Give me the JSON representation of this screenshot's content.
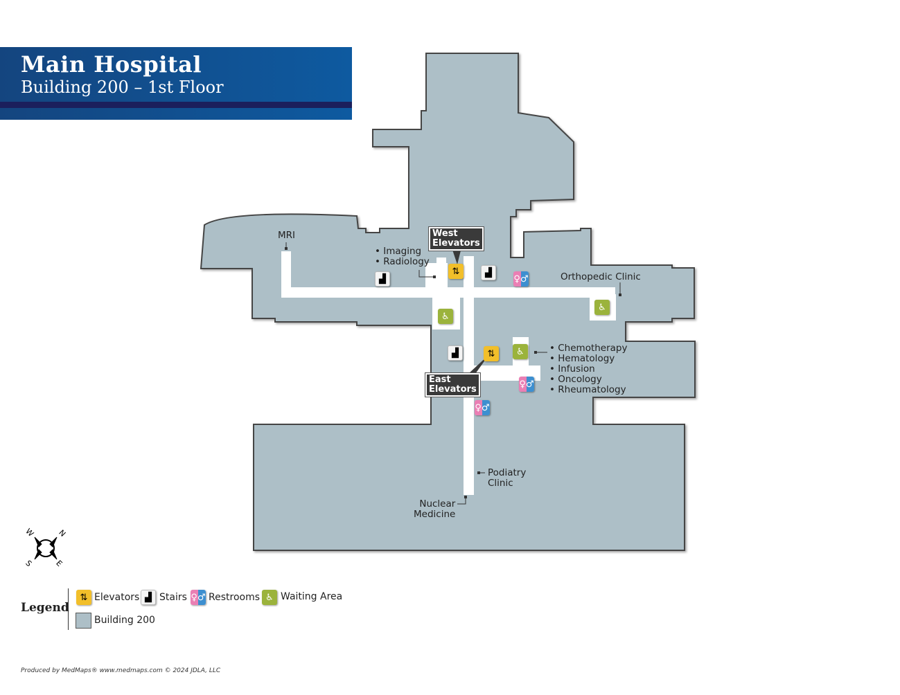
{
  "header": {
    "title": "Main Hospital",
    "subtitle": "Building 200 – 1st Floor"
  },
  "callouts": {
    "west": [
      "West",
      "Elevators"
    ],
    "east": [
      "East",
      "Elevators"
    ]
  },
  "labels": {
    "mri": "MRI",
    "imaging": "• Imaging",
    "radiology": "• Radiology",
    "orthopedic": "Orthopedic Clinic",
    "oncology_group": [
      "• Chemotherapy",
      "• Hematology",
      "• Infusion",
      "• Oncology",
      "• Rheumatology"
    ],
    "podiatry": [
      "Podiatry",
      "Clinic"
    ],
    "nuclear": [
      "Nuclear",
      "Medicine"
    ]
  },
  "compass": {
    "n": "N",
    "e": "E",
    "s": "S",
    "w": "W"
  },
  "legend": {
    "title": "Legend",
    "items": [
      {
        "label": "Elevators",
        "icon": "elevator-icon"
      },
      {
        "label": "Stairs",
        "icon": "stairs-icon"
      },
      {
        "label": "Restrooms",
        "icon": "restroom-icon"
      },
      {
        "label": "Waiting Area",
        "icon": "waiting-area-icon"
      },
      {
        "label": "Building 200",
        "icon": "building-swatch"
      }
    ]
  },
  "colors": {
    "building": "#adbfc7",
    "header": "#0e5aa0",
    "elevator": "#f2bf2a",
    "waiting": "#9bb33c"
  },
  "footer": "Produced by MedMaps®  www.medmaps.com   © 2024 JDLA, LLC"
}
